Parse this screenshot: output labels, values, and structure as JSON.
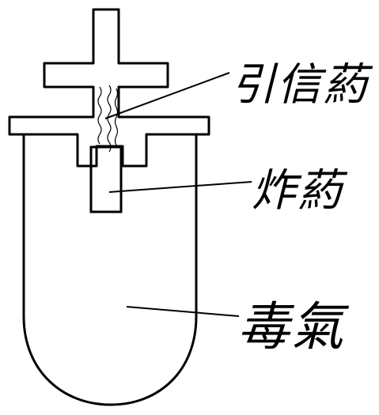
{
  "labels": {
    "primer": "引信葯",
    "explosive": "炸葯",
    "poison_gas": "毒氣"
  },
  "colors": {
    "ink": "#000000",
    "paper": "#ffffff"
  }
}
